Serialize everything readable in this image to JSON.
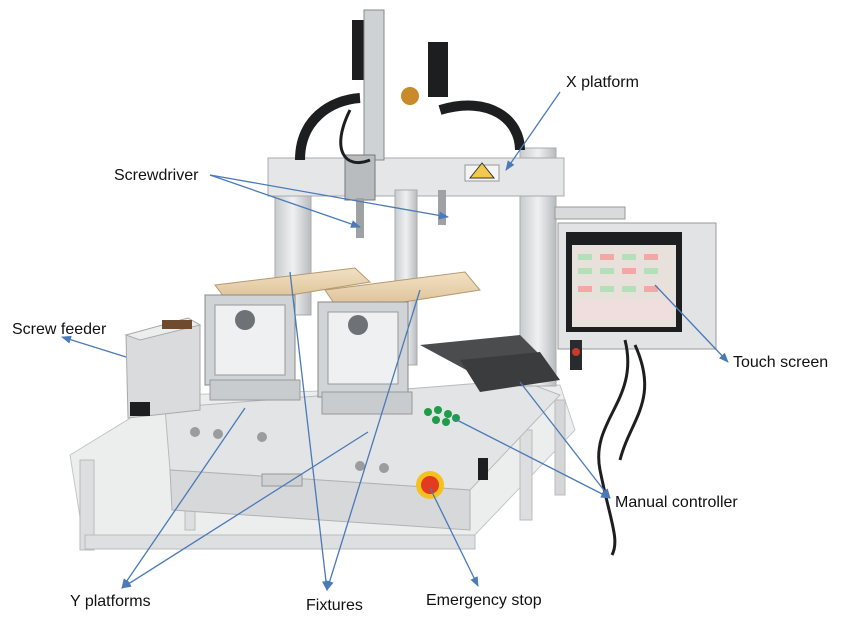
{
  "labels": {
    "x_platform": "X platform",
    "screwdriver": "Screwdriver",
    "screw_feeder": "Screw feeder",
    "touch_screen": "Touch screen",
    "manual_controller": "Manual controller",
    "y_platforms": "Y platforms",
    "fixtures": "Fixtures",
    "emergency_stop": "Emergency stop"
  },
  "colors": {
    "leader_line": "#4a7ab8",
    "frame": "#d8dadc",
    "panel": "#e6e7e8",
    "dark": "#1d1e20",
    "fixture_wood": "#e8d2b0",
    "estop_red": "#e43a1f",
    "estop_yellow": "#f4c21d",
    "button_green": "#1e9c4a",
    "screen_bg": "#e8e0da"
  }
}
